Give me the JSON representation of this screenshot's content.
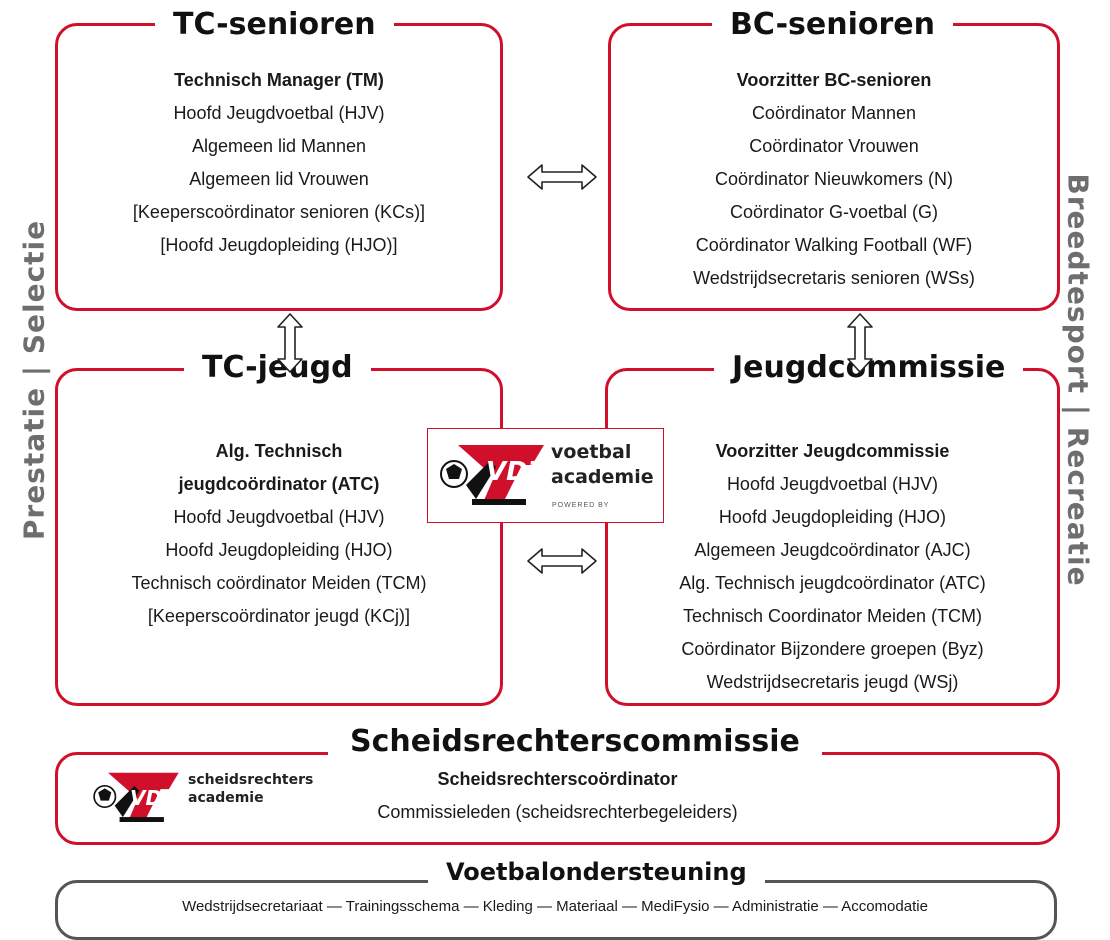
{
  "side_labels": {
    "left": "Prestatie | Selectie",
    "right": "Breedtesport | Recreatie"
  },
  "tc_senioren": {
    "title": "TC-senioren",
    "lines": [
      "Technisch Manager (TM)",
      "Hoofd Jeugdvoetbal (HJV)",
      "Algemeen lid Mannen",
      "Algemeen lid Vrouwen",
      "[Keeperscoördinator senioren (KCs)]",
      "[Hoofd Jeugdopleiding (HJO)]"
    ]
  },
  "bc_senioren": {
    "title": "BC-senioren",
    "lines": [
      "Voorzitter BC-senioren",
      "Coördinator Mannen",
      "Coördinator Vrouwen",
      "Coördinator Nieuwkomers (N)",
      "Coördinator G-voetbal (G)",
      "Coördinator Walking Football (WF)",
      "Wedstrijdsecretaris senioren (WSs)"
    ]
  },
  "tc_jeugd": {
    "title": "TC-jeugd",
    "lines": [
      "Alg. Technisch",
      "jeugdcoördinator (ATC)",
      "Hoofd Jeugdvoetbal (HJV)",
      "Hoofd Jeugdopleiding (HJO)",
      "Technisch coördinator Meiden (TCM)",
      "[Keeperscoördinator jeugd (KCj)]"
    ]
  },
  "jeugdcommissie": {
    "title": "Jeugdcommissie",
    "lines": [
      "Voorzitter Jeugdcommissie",
      "Hoofd Jeugdvoetbal (HJV)",
      "Hoofd Jeugdopleiding (HJO)",
      "Algemeen Jeugdcoördinator (AJC)",
      "Alg. Technisch jeugdcoördinator (ATC)",
      "Technisch Coordinator Meiden (TCM)",
      "Coördinator Bijzondere groepen (Byz)",
      "Wedstrijdsecretaris jeugd (WSj)"
    ]
  },
  "scheidsrechters": {
    "title": "Scheidsrechterscommissie",
    "lines": [
      "Scheidsrechterscoördinator",
      "Commissieleden (scheidsrechterbegeleiders)"
    ]
  },
  "voetbalondersteuning": {
    "title": "Voetbalondersteuning",
    "text": "Wedstrijdsecretariaat — Trainingsschema — Kleding — Materiaal — MediFysio — Administratie — Accomodatie"
  },
  "logo_academie": {
    "brand": "VDZ",
    "line1": "voetbal",
    "line2": "academie",
    "powered": "POWERED BY"
  },
  "logo_scheids": {
    "brand": "VDZ",
    "line1": "scheidsrechters",
    "line2": "academie"
  },
  "colors": {
    "red": "#d0102b",
    "grey": "#555555",
    "side_text": "#6e6e6e"
  },
  "icons": [
    "double-arrow-horizontal-icon",
    "double-arrow-vertical-icon"
  ]
}
